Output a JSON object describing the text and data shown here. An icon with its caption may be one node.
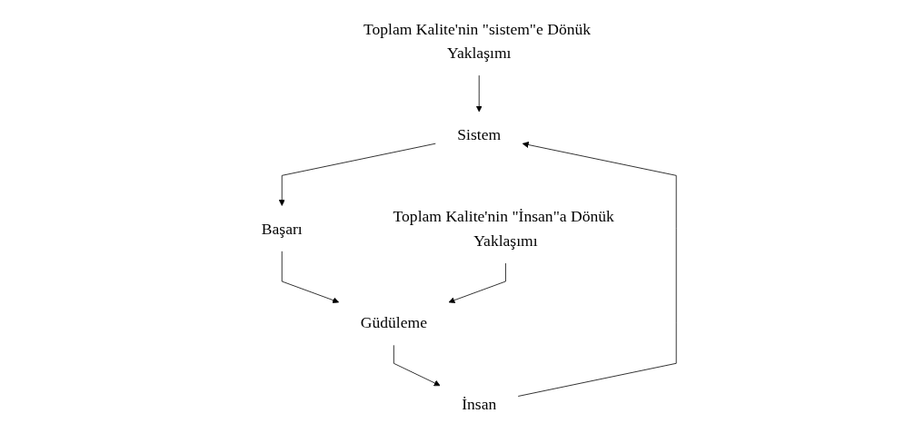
{
  "diagram": {
    "nodes": [
      {
        "text": [
          "Toplam Kalite'nin \"sistem\"e Dönük Yaklaşımı"
        ]
      },
      {
        "text": [
          "Sistem"
        ]
      },
      {
        "text": [
          "Başarı"
        ]
      },
      {
        "text": [
          "Güdüleme"
        ]
      },
      {
        "text": [
          "İnsan"
        ]
      },
      {
        "text": [
          "Toplam Kalite'nin \"İnsan\"a Dönük Yaklaşımı"
        ]
      }
    ],
    "edges": [
      {
        "from": 0,
        "to": 1,
        "arrow": "to"
      },
      {
        "from": 1,
        "to": 2,
        "arrow": "to"
      },
      {
        "from": 2,
        "to": 3,
        "arrow": "to"
      },
      {
        "from": 3,
        "to": 4,
        "arrow": "to"
      },
      {
        "from": 4,
        "to": 1,
        "arrow": "to"
      },
      {
        "from": 5,
        "to": 3,
        "arrow": "to"
      }
    ]
  }
}
